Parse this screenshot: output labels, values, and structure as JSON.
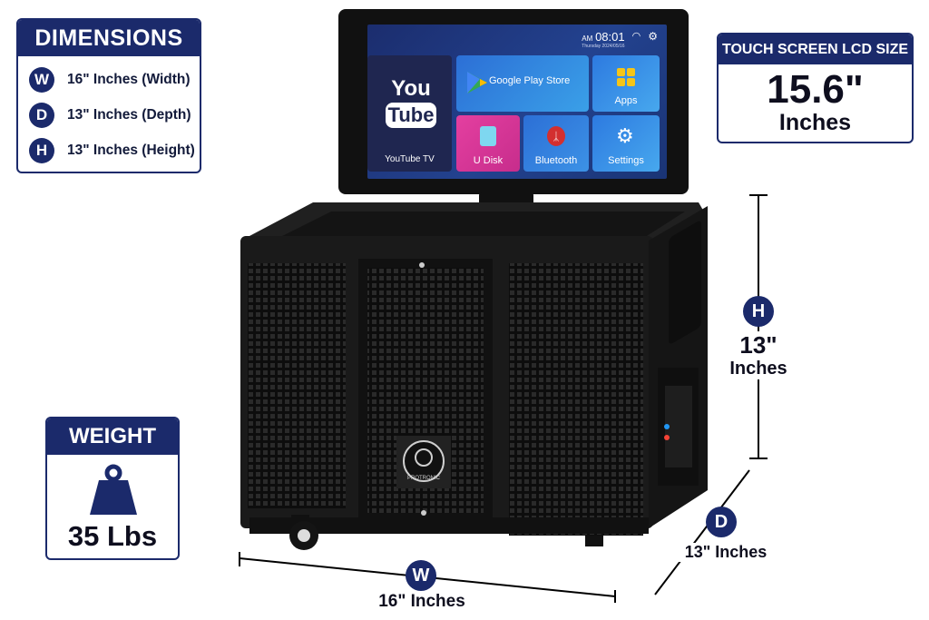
{
  "dimensions": {
    "title": "DIMENSIONS",
    "rows": [
      {
        "badge": "W",
        "text": "16\" Inches (Width)"
      },
      {
        "badge": "D",
        "text": "13\" Inches (Depth)"
      },
      {
        "badge": "H",
        "text": "13\" Inches (Height)"
      }
    ]
  },
  "lcd": {
    "title": "TOUCH SCREEN LCD SIZE",
    "value": "15.6\"",
    "unit": "Inches"
  },
  "weight": {
    "title": "WEIGHT",
    "value": "35 Lbs",
    "icon": "weight-icon"
  },
  "callouts": {
    "height": {
      "badge": "H",
      "value": "13\"",
      "unit": "Inches"
    },
    "depth": {
      "badge": "D",
      "text": "13\" Inches"
    },
    "width": {
      "badge": "W",
      "text": "16\" Inches"
    }
  },
  "screen": {
    "ampm": "AM",
    "time": "08:01",
    "date": "Thursday 2024/05/16",
    "tiles": {
      "youtube_logo_top": "You",
      "youtube_logo_bottom": "Tube",
      "youtube": "YouTube TV",
      "play_store": "Google Play Store",
      "apps": "Apps",
      "udisk": "U Disk",
      "bluetooth": "Bluetooth",
      "settings": "Settings"
    }
  },
  "brand": "PROTRONIC",
  "colors": {
    "navy": "#1b2a6b",
    "cabinet": "#1a1a1a",
    "screen_bg": "#23428f"
  }
}
